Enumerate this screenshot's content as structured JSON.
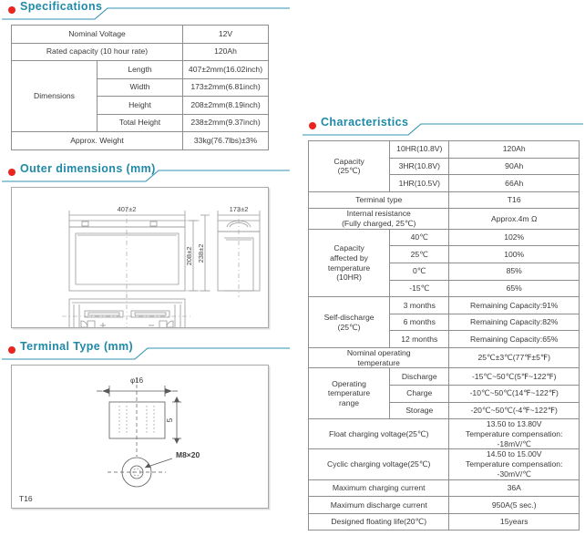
{
  "sections": {
    "specifications": {
      "title": "Specifications"
    },
    "outer_dimensions": {
      "title": "Outer dimensions  (mm)"
    },
    "terminal_type": {
      "title": "Terminal Type (mm)"
    },
    "characteristics": {
      "title": "Characteristics"
    }
  },
  "specifications_table": {
    "nominal_voltage": {
      "label": "Nominal Voltage",
      "value": "12V"
    },
    "rated_capacity": {
      "label": "Rated capacity (10 hour rate)",
      "value": "120Ah"
    },
    "dimensions": {
      "label": "Dimensions",
      "rows": [
        {
          "label": "Length",
          "value": "407±2mm(16.02inch)"
        },
        {
          "label": "Width",
          "value": "173±2mm(6.81inch)"
        },
        {
          "label": "Height",
          "value": "208±2mm(8.19inch)"
        },
        {
          "label": "Total Height",
          "value": "238±2mm(9.37inch)"
        }
      ]
    },
    "approx_weight": {
      "label": "Approx. Weight",
      "value": "33kg(76.7lbs)±3%"
    }
  },
  "characteristics_table": {
    "capacity": {
      "label": "Capacity\n(25℃)",
      "label_line1": "Capacity",
      "label_line2": "(25℃)",
      "rows": [
        {
          "label": "10HR(10.8V)",
          "value": "120Ah"
        },
        {
          "label": "3HR(10.8V)",
          "value": "90Ah"
        },
        {
          "label": "1HR(10.5V)",
          "value": "66Ah"
        }
      ]
    },
    "terminal_type": {
      "label": "Terminal type",
      "value": "T16"
    },
    "internal_resistance": {
      "label_line1": "Internal resistance",
      "label_line2": "(Fully charged, 25℃)",
      "value": "Approx.4m Ω"
    },
    "capacity_temperature": {
      "label_line1": "Capacity",
      "label_line2": "affected by",
      "label_line3": "temperature",
      "label_line4": "(10HR)",
      "rows": [
        {
          "label": "40℃",
          "value": "102%"
        },
        {
          "label": "25℃",
          "value": "100%"
        },
        {
          "label": "0℃",
          "value": "85%"
        },
        {
          "label": "-15℃",
          "value": "65%"
        }
      ]
    },
    "self_discharge": {
      "label_line1": "Self-discharge",
      "label_line2": "(25℃)",
      "rows": [
        {
          "label": "3 months",
          "value": "Remaining Capacity:91%"
        },
        {
          "label": "6 months",
          "value": "Remaining Capacity:82%"
        },
        {
          "label": "12 months",
          "value": "Remaining Capacity:65%"
        }
      ]
    },
    "nominal_operating_temperature": {
      "label_line1": "Nominal operating",
      "label_line2": "temperature",
      "value": "25℃±3℃(77℉±5℉)"
    },
    "operating_temperature_range": {
      "label_line1": "Operating",
      "label_line2": "temperature",
      "label_line3": "range",
      "rows": [
        {
          "label": "Discharge",
          "value": "-15℃~50℃(5℉~122℉)"
        },
        {
          "label": "Charge",
          "value": "-10℃~50℃(14℉~122℉)"
        },
        {
          "label": "Storage",
          "value": "-20℃~50℃(-4℉~122℉)"
        }
      ]
    },
    "float_charging_voltage": {
      "label": "Float charging voltage(25℃)",
      "value_line1": "13.50 to 13.80V",
      "value_line2": "Temperature compensation:",
      "value_line3": "-18mV/℃"
    },
    "cyclic_charging_voltage": {
      "label": "Cyclic charging voltage(25℃)",
      "value_line1": "14.50 to 15.00V",
      "value_line2": "Temperature compensation:",
      "value_line3": "-30mV/℃"
    },
    "max_charging_current": {
      "label": "Maximum charging current",
      "value": "36A"
    },
    "max_discharge_current": {
      "label": "Maximum discharge current",
      "value": "950A(5 sec.)"
    },
    "designed_floating_life": {
      "label": "Designed floating life(20℃)",
      "value": "15years"
    }
  },
  "outer_dimensions_drawing": {
    "front_width": "407±2",
    "front_height_inner": "208±2",
    "front_height_total": "238±2",
    "side_width": "173±2"
  },
  "terminal_drawing": {
    "diameter": "φ16",
    "height": "5",
    "bolt": "M8×20",
    "model": "T16"
  },
  "colors": {
    "heading_text": "#1f89a8",
    "bullet": "#e8251f",
    "rule": "#2f93b0",
    "table_border": "#8d8d8d",
    "text": "#3a3a3a",
    "drawing_line": "#9a9a9a"
  }
}
